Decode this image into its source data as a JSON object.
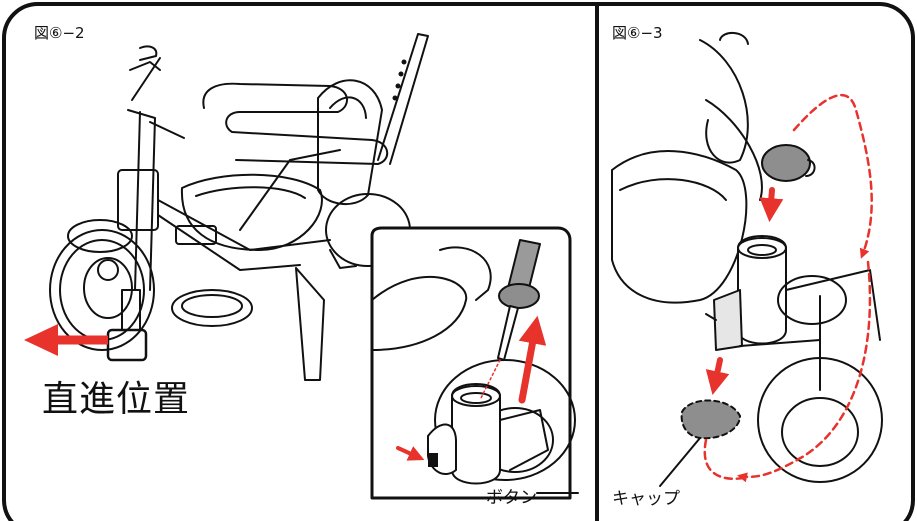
{
  "left_figure": {
    "title": "図⑥−2",
    "direction_label": "直進位置",
    "callout_label": "ボタン"
  },
  "right_figure": {
    "title": "図⑥−3",
    "callout_label": "キャップ"
  },
  "colors": {
    "line": "#111111",
    "accent_red": "#e8322c",
    "cap_fill": "#8e8e8e",
    "panel_fill": "#e6e6e6"
  }
}
